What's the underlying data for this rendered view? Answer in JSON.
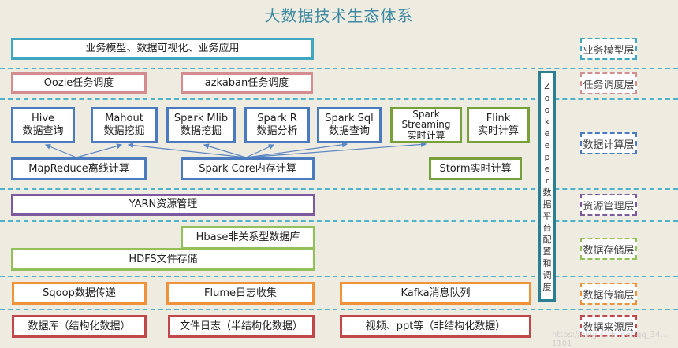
{
  "title": "大数据技术生态体系",
  "layers": [
    {
      "key": "business",
      "label": "业务模型层",
      "color": "#3fa7c0",
      "boxes": [
        "业务模型、数据可视化、业务应用"
      ]
    },
    {
      "key": "scheduling",
      "label": "任务调度层",
      "color": "#d48d8f",
      "boxes": [
        "Oozie任务调度",
        "azkaban任务调度"
      ]
    },
    {
      "key": "compute",
      "label": "数据计算层",
      "color": "#4a7bbf",
      "engines": [
        {
          "name": "Hive",
          "desc": "数据查询"
        },
        {
          "name": "Mahout",
          "desc": "数据挖掘"
        },
        {
          "name": "Spark Mlib",
          "desc": "数据挖掘"
        },
        {
          "name": "Spark R",
          "desc": "数据分析"
        },
        {
          "name": "Spark Sql",
          "desc": "数据查询"
        },
        {
          "name": "Spark Streaming",
          "desc": "实时计算"
        },
        {
          "name": "Flink",
          "desc": "实时计算"
        }
      ],
      "cores": [
        "MapReduce离线计算",
        "Spark Core内存计算",
        "Storm实时计算"
      ]
    },
    {
      "key": "resource",
      "label": "资源管理层",
      "color": "#7d5a9e",
      "boxes": [
        "YARN资源管理"
      ]
    },
    {
      "key": "storage",
      "label": "数据存储层",
      "color": "#93c05a",
      "boxes": [
        "Hbase非关系型数据库",
        "HDFS文件存储"
      ]
    },
    {
      "key": "transport",
      "label": "数据传输层",
      "color": "#f0923a",
      "boxes": [
        "Sqoop数据传递",
        "Flume日志收集",
        "Kafka消息队列"
      ]
    },
    {
      "key": "source",
      "label": "数据来源层",
      "color": "#c0474a",
      "boxes": [
        "数据库（结构化数据）",
        "文件日志（半结构化数据）",
        "视频、ppt等（非结构化数据）"
      ]
    }
  ],
  "zookeeper": {
    "latin": [
      "Z",
      "o",
      "o",
      "k",
      "e",
      "e",
      "p",
      "e",
      "r"
    ],
    "cjk": [
      "数",
      "据",
      "平",
      "台",
      "配",
      "置",
      "和",
      "调",
      "度"
    ]
  },
  "watermark": "https://blog.csdn.net/qq_34…1101"
}
